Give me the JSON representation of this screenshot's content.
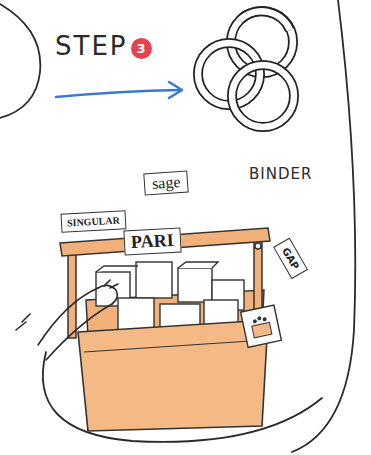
{
  "diagram": {
    "nodes": [
      {
        "text": [
          "3"
        ]
      },
      {
        "text": [
          "sage"
        ]
      },
      {
        "text": [
          "SINGULAR"
        ]
      },
      {
        "text": [
          "PARI"
        ]
      },
      {
        "text": [
          "GAP"
        ]
      }
    ],
    "labels": [
      "STEP",
      "BINDER"
    ]
  }
}
